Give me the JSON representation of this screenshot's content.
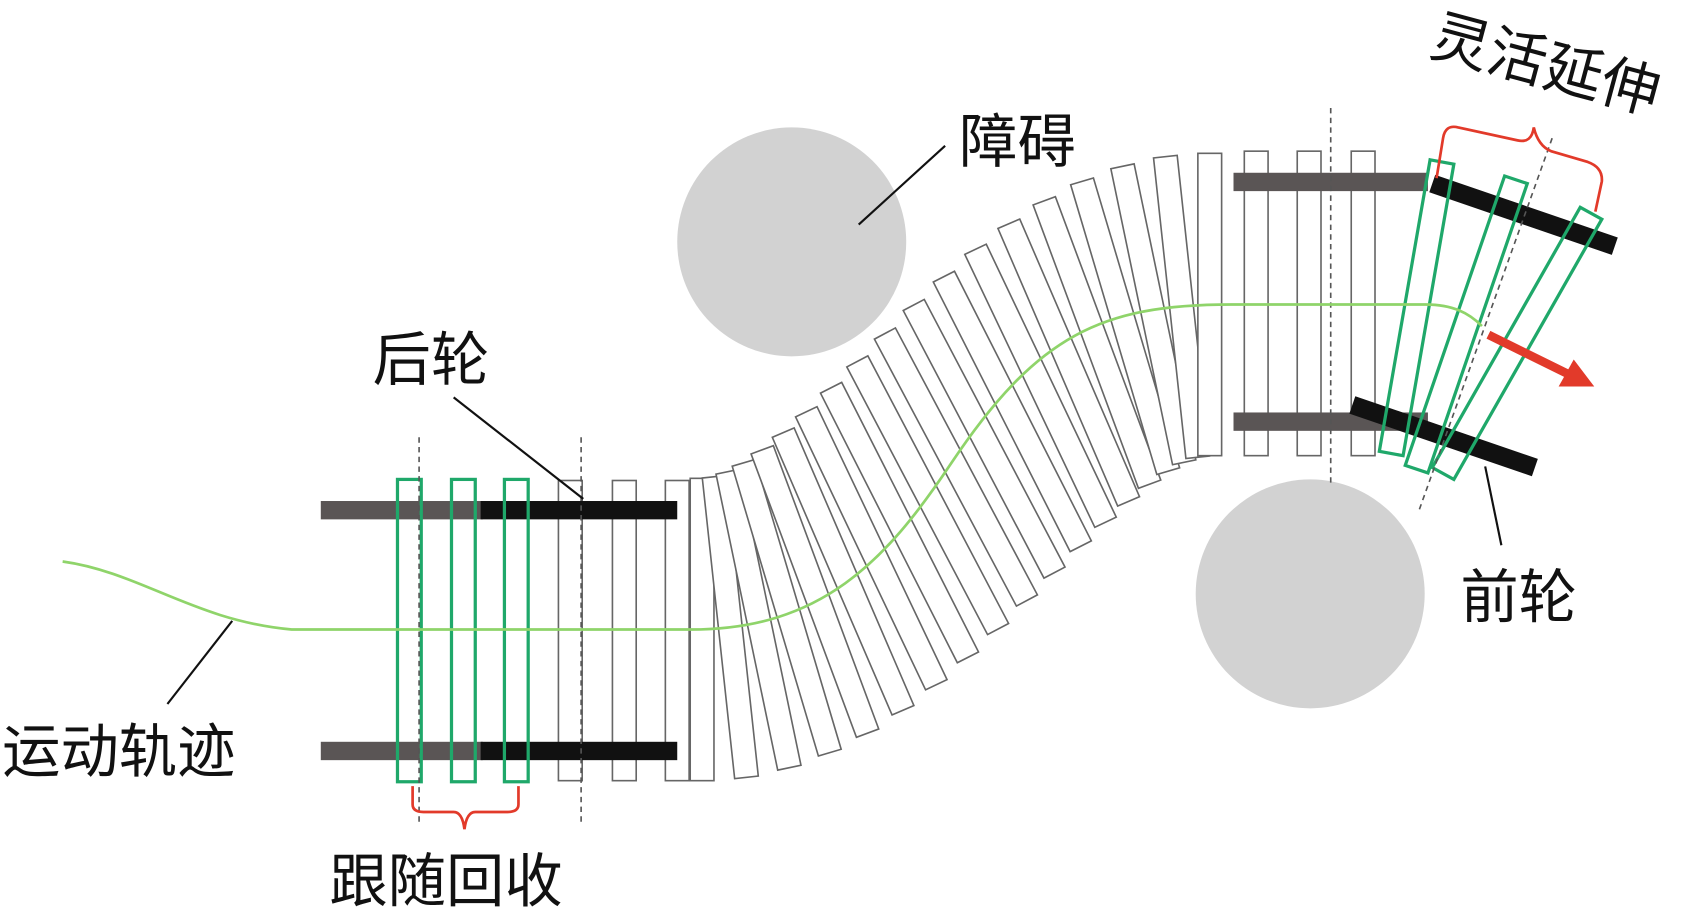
{
  "labels": {
    "obstacle": "障碍",
    "rear_wheel": "后轮",
    "front_wheel": "前轮",
    "trajectory": "运动轨迹",
    "follow_retract": "跟随回收",
    "flexible_extend": "灵活延伸"
  },
  "colors": {
    "green": "#1fa86a",
    "trajectory": "#8fd46a",
    "red": "#e23a2a",
    "obstacle": "#d2d2d2",
    "wheel_dark": "#111111",
    "wheel_gray": "#5a5555"
  }
}
